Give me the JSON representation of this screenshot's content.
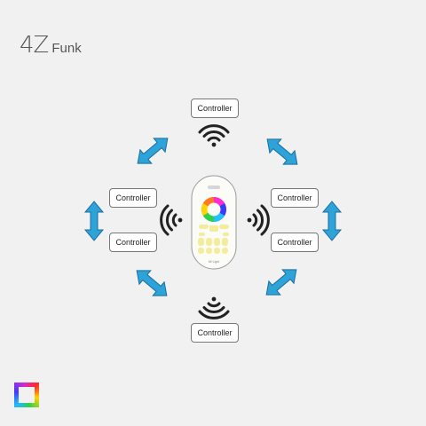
{
  "brand": {
    "number": "4Z",
    "word": "Funk"
  },
  "controllers": [
    {
      "id": "top",
      "label": "Controller"
    },
    {
      "id": "left-upper",
      "label": "Controller"
    },
    {
      "id": "left-lower",
      "label": "Controller"
    },
    {
      "id": "right-upper",
      "label": "Controller"
    },
    {
      "id": "right-lower",
      "label": "Controller"
    },
    {
      "id": "bottom",
      "label": "Controller"
    }
  ],
  "remote": {
    "logo_text": "Mi·Light"
  },
  "colors": {
    "arrow": "#2ea3d9",
    "arrow_outline": "#1b6f9c",
    "wifi": "#222222",
    "remote_keys": "#f4ec9a",
    "background": "#f1f1f1"
  },
  "icons": [
    "wifi-icon",
    "double-arrow-icon",
    "rgb-logo-icon",
    "remote-icon"
  ]
}
